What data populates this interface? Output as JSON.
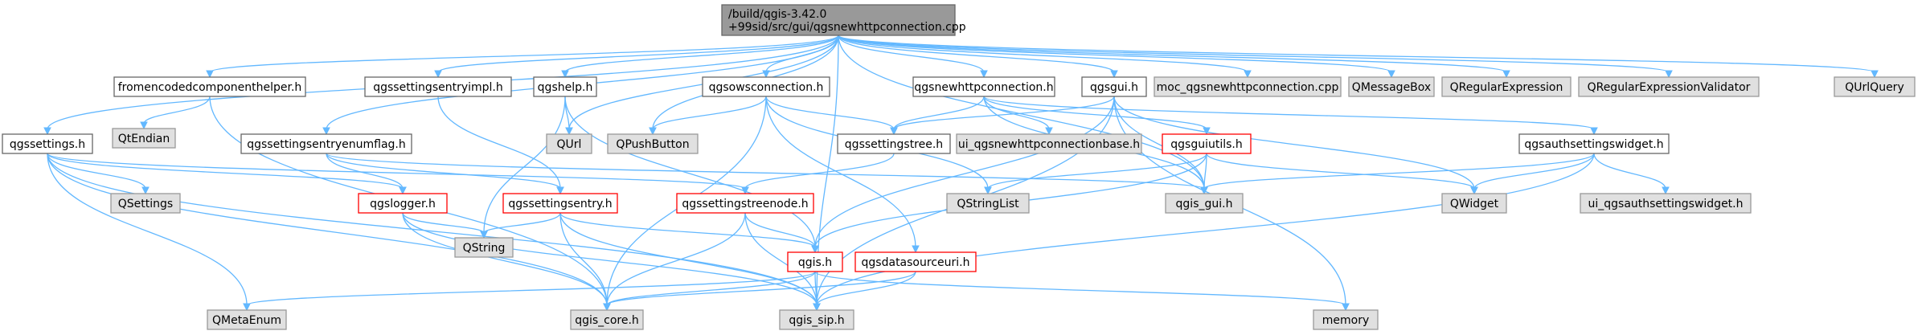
{
  "colors": {
    "edge": "#63b8ff",
    "root_fill": "#999999",
    "root_border": "#666666",
    "documented_fill": "#ffffff",
    "documented_border": "#666666",
    "highlight_border": "#ff0000",
    "external_fill": "#e0e0e0",
    "external_border": "#999999",
    "text": "#000000"
  },
  "nodes": [
    {
      "id": "root",
      "lines": [
        "/build/qgis-3.42.0",
        "+99sid/src/gui/qgsnewhttpconnection.cpp"
      ],
      "kind": "root"
    },
    {
      "id": "fromencoded",
      "lines": [
        "fromencodedcomponenthelper.h"
      ],
      "kind": "documented"
    },
    {
      "id": "qtendian",
      "lines": [
        "QtEndian"
      ],
      "kind": "external"
    },
    {
      "id": "qgssettings",
      "lines": [
        "qgssettings.h"
      ],
      "kind": "documented"
    },
    {
      "id": "qsettings",
      "lines": [
        "QSettings"
      ],
      "kind": "external"
    },
    {
      "id": "qmetaenum",
      "lines": [
        "QMetaEnum"
      ],
      "kind": "external"
    },
    {
      "id": "entryimpl",
      "lines": [
        "qgssettingsentryimpl.h"
      ],
      "kind": "documented"
    },
    {
      "id": "enumflag",
      "lines": [
        "qgssettingsentryenumflag.h"
      ],
      "kind": "documented"
    },
    {
      "id": "logger",
      "lines": [
        "qgslogger.h"
      ],
      "kind": "highlight"
    },
    {
      "id": "qstring",
      "lines": [
        "QString"
      ],
      "kind": "external"
    },
    {
      "id": "settingsentry",
      "lines": [
        "qgssettingsentry.h"
      ],
      "kind": "highlight"
    },
    {
      "id": "help",
      "lines": [
        "qgshelp.h"
      ],
      "kind": "documented"
    },
    {
      "id": "qurl",
      "lines": [
        "QUrl"
      ],
      "kind": "external"
    },
    {
      "id": "qpushbutton",
      "lines": [
        "QPushButton"
      ],
      "kind": "external"
    },
    {
      "id": "owsconn",
      "lines": [
        "qgsowsconnection.h"
      ],
      "kind": "documented"
    },
    {
      "id": "settingstree",
      "lines": [
        "qgssettingstree.h"
      ],
      "kind": "documented"
    },
    {
      "id": "treenode",
      "lines": [
        "qgssettingstreenode.h"
      ],
      "kind": "highlight"
    },
    {
      "id": "qgis",
      "lines": [
        "qgis.h"
      ],
      "kind": "highlight"
    },
    {
      "id": "qgiscore",
      "lines": [
        "qgis_core.h"
      ],
      "kind": "external"
    },
    {
      "id": "qgissip",
      "lines": [
        "qgis_sip.h"
      ],
      "kind": "external"
    },
    {
      "id": "datasourceuri",
      "lines": [
        "qgsdatasourceuri.h"
      ],
      "kind": "highlight"
    },
    {
      "id": "newhttpconn",
      "lines": [
        "qgsnewhttpconnection.h"
      ],
      "kind": "documented"
    },
    {
      "id": "uibase",
      "lines": [
        "ui_qgsnewhttpconnectionbase.h"
      ],
      "kind": "external"
    },
    {
      "id": "qstringlist",
      "lines": [
        "QStringList"
      ],
      "kind": "external"
    },
    {
      "id": "guiutils",
      "lines": [
        "qgsguiutils.h"
      ],
      "kind": "highlight"
    },
    {
      "id": "qgisgui",
      "lines": [
        "qgis_gui.h"
      ],
      "kind": "external"
    },
    {
      "id": "qgsgui",
      "lines": [
        "qgsgui.h"
      ],
      "kind": "documented"
    },
    {
      "id": "moc",
      "lines": [
        "moc_qgsnewhttpconnection.cpp"
      ],
      "kind": "external"
    },
    {
      "id": "qmessagebox",
      "lines": [
        "QMessageBox"
      ],
      "kind": "external"
    },
    {
      "id": "qregexp",
      "lines": [
        "QRegularExpression"
      ],
      "kind": "external"
    },
    {
      "id": "qregexpval",
      "lines": [
        "QRegularExpressionValidator"
      ],
      "kind": "external"
    },
    {
      "id": "qurlquery",
      "lines": [
        "QUrlQuery"
      ],
      "kind": "external"
    },
    {
      "id": "authwidget",
      "lines": [
        "qgsauthsettingswidget.h"
      ],
      "kind": "documented"
    },
    {
      "id": "qwidget",
      "lines": [
        "QWidget"
      ],
      "kind": "external"
    },
    {
      "id": "uiauth",
      "lines": [
        "ui_qgsauthsettingswidget.h"
      ],
      "kind": "external"
    },
    {
      "id": "memory",
      "lines": [
        "memory"
      ],
      "kind": "external"
    }
  ],
  "edges": [
    [
      "root",
      "fromencoded"
    ],
    [
      "root",
      "qgssettings"
    ],
    [
      "root",
      "enumflag"
    ],
    [
      "root",
      "entryimpl"
    ],
    [
      "root",
      "help"
    ],
    [
      "root",
      "qurl"
    ],
    [
      "root",
      "qpushbutton"
    ],
    [
      "root",
      "owsconn"
    ],
    [
      "root",
      "newhttpconn"
    ],
    [
      "root",
      "qgsgui"
    ],
    [
      "root",
      "moc"
    ],
    [
      "root",
      "qmessagebox"
    ],
    [
      "root",
      "qregexp"
    ],
    [
      "root",
      "qregexpval"
    ],
    [
      "root",
      "qurlquery"
    ],
    [
      "root",
      "qgisgui"
    ],
    [
      "root",
      "qgissip"
    ],
    [
      "fromencoded",
      "qtendian"
    ],
    [
      "fromencoded",
      "qgiscore"
    ],
    [
      "qgssettings",
      "qsettings"
    ],
    [
      "qgssettings",
      "qmetaenum"
    ],
    [
      "qgssettings",
      "qgiscore"
    ],
    [
      "qgssettings",
      "qgissip"
    ],
    [
      "qgssettings",
      "logger"
    ],
    [
      "qgssettings",
      "treenode"
    ],
    [
      "entryimpl",
      "settingsentry"
    ],
    [
      "enumflag",
      "logger"
    ],
    [
      "enumflag",
      "settingsentry"
    ],
    [
      "enumflag",
      "qgisgui"
    ],
    [
      "logger",
      "qstring"
    ],
    [
      "logger",
      "qgiscore"
    ],
    [
      "logger",
      "qgissip"
    ],
    [
      "settingsentry",
      "qstring"
    ],
    [
      "settingsentry",
      "qgiscore"
    ],
    [
      "settingsentry",
      "qgis"
    ],
    [
      "settingsentry",
      "qgissip"
    ],
    [
      "help",
      "qurl"
    ],
    [
      "help",
      "qstring"
    ],
    [
      "help",
      "qgis"
    ],
    [
      "owsconn",
      "qpushbutton"
    ],
    [
      "owsconn",
      "settingstree"
    ],
    [
      "owsconn",
      "qgiscore"
    ],
    [
      "owsconn",
      "datasourceuri"
    ],
    [
      "owsconn",
      "qstringlist"
    ],
    [
      "settingstree",
      "treenode"
    ],
    [
      "treenode",
      "qgis"
    ],
    [
      "treenode",
      "qgiscore"
    ],
    [
      "treenode",
      "qgissip"
    ],
    [
      "qgis",
      "qmetaenum"
    ],
    [
      "qgis",
      "qgiscore"
    ],
    [
      "qgis",
      "qgissip"
    ],
    [
      "qgis",
      "memory"
    ],
    [
      "datasourceuri",
      "qgiscore"
    ],
    [
      "datasourceuri",
      "qgissip"
    ],
    [
      "newhttpconn",
      "settingstree"
    ],
    [
      "newhttpconn",
      "uibase"
    ],
    [
      "newhttpconn",
      "guiutils"
    ],
    [
      "newhttpconn",
      "qgisgui"
    ],
    [
      "newhttpconn",
      "authwidget"
    ],
    [
      "guiutils",
      "qstringlist"
    ],
    [
      "guiutils",
      "qgisgui"
    ],
    [
      "guiutils",
      "qwidget"
    ],
    [
      "guiutils",
      "qgis"
    ],
    [
      "qgsgui",
      "settingstree"
    ],
    [
      "qgsgui",
      "qgisgui"
    ],
    [
      "qgsgui",
      "qwidget"
    ],
    [
      "qgsgui",
      "qgis"
    ],
    [
      "qgsgui",
      "qgissip"
    ],
    [
      "qgsgui",
      "memory"
    ],
    [
      "authwidget",
      "qwidget"
    ],
    [
      "authwidget",
      "uiauth"
    ],
    [
      "authwidget",
      "qgisgui"
    ],
    [
      "authwidget",
      "qgissip"
    ]
  ]
}
